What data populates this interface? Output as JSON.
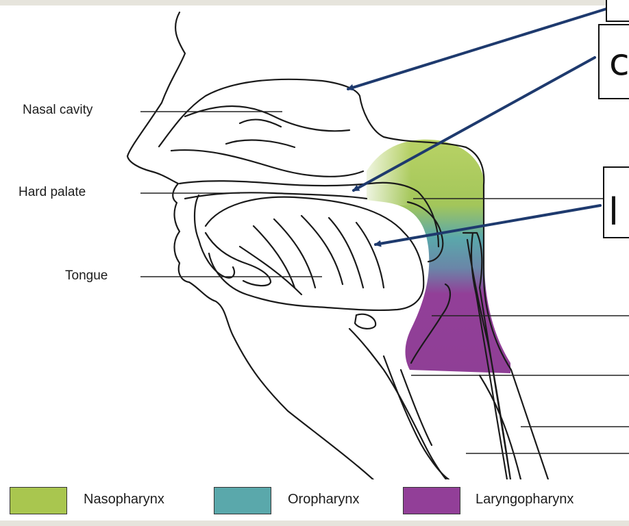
{
  "labels": {
    "nasal_cavity": "Nasal cavity",
    "hard_palate": "Hard palate",
    "tongue": "Tongue"
  },
  "answer_boxes": [
    {
      "text": ""
    },
    {
      "text": "c"
    },
    {
      "text": "l"
    }
  ],
  "legend": [
    {
      "label": "Nasopharynx",
      "color": "#a9c64f"
    },
    {
      "label": "Oropharynx",
      "color": "#5aa8ab"
    },
    {
      "label": "Laryngopharynx",
      "color": "#923f98"
    }
  ],
  "colors": {
    "pointer_arrow": "#1e3a6e",
    "leader_line": "#222222",
    "outline": "#1a1a1a"
  }
}
